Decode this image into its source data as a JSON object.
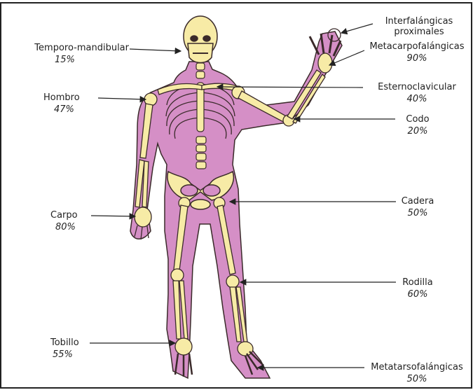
{
  "colors": {
    "body_fill": "#d58fc6",
    "bone_fill": "#f7eba6",
    "outline": "#3a2a2a",
    "joint": "#f7eba6"
  },
  "labels": [
    {
      "id": "temporo",
      "name": "Temporo-mandibular",
      "pct": "15%"
    },
    {
      "id": "hombro",
      "name": "Hombro",
      "pct": "47%"
    },
    {
      "id": "carpo",
      "name": "Carpo",
      "pct": "80%"
    },
    {
      "id": "tobillo",
      "name": "Tobillo",
      "pct": "55%"
    },
    {
      "id": "interfalangicas",
      "name": "Interfalángicas",
      "name2": "proximales"
    },
    {
      "id": "metacarpo",
      "name": "Metacarpofalángicas",
      "pct": "90%"
    },
    {
      "id": "esterno",
      "name": "Esternoclavicular",
      "pct": "40%"
    },
    {
      "id": "codo",
      "name": "Codo",
      "pct": "20%"
    },
    {
      "id": "cadera",
      "name": "Cadera",
      "pct": "50%"
    },
    {
      "id": "rodilla",
      "name": "Rodilla",
      "pct": "60%"
    },
    {
      "id": "metatarso",
      "name": "Metatarsofalángicas",
      "pct": "50%"
    }
  ]
}
